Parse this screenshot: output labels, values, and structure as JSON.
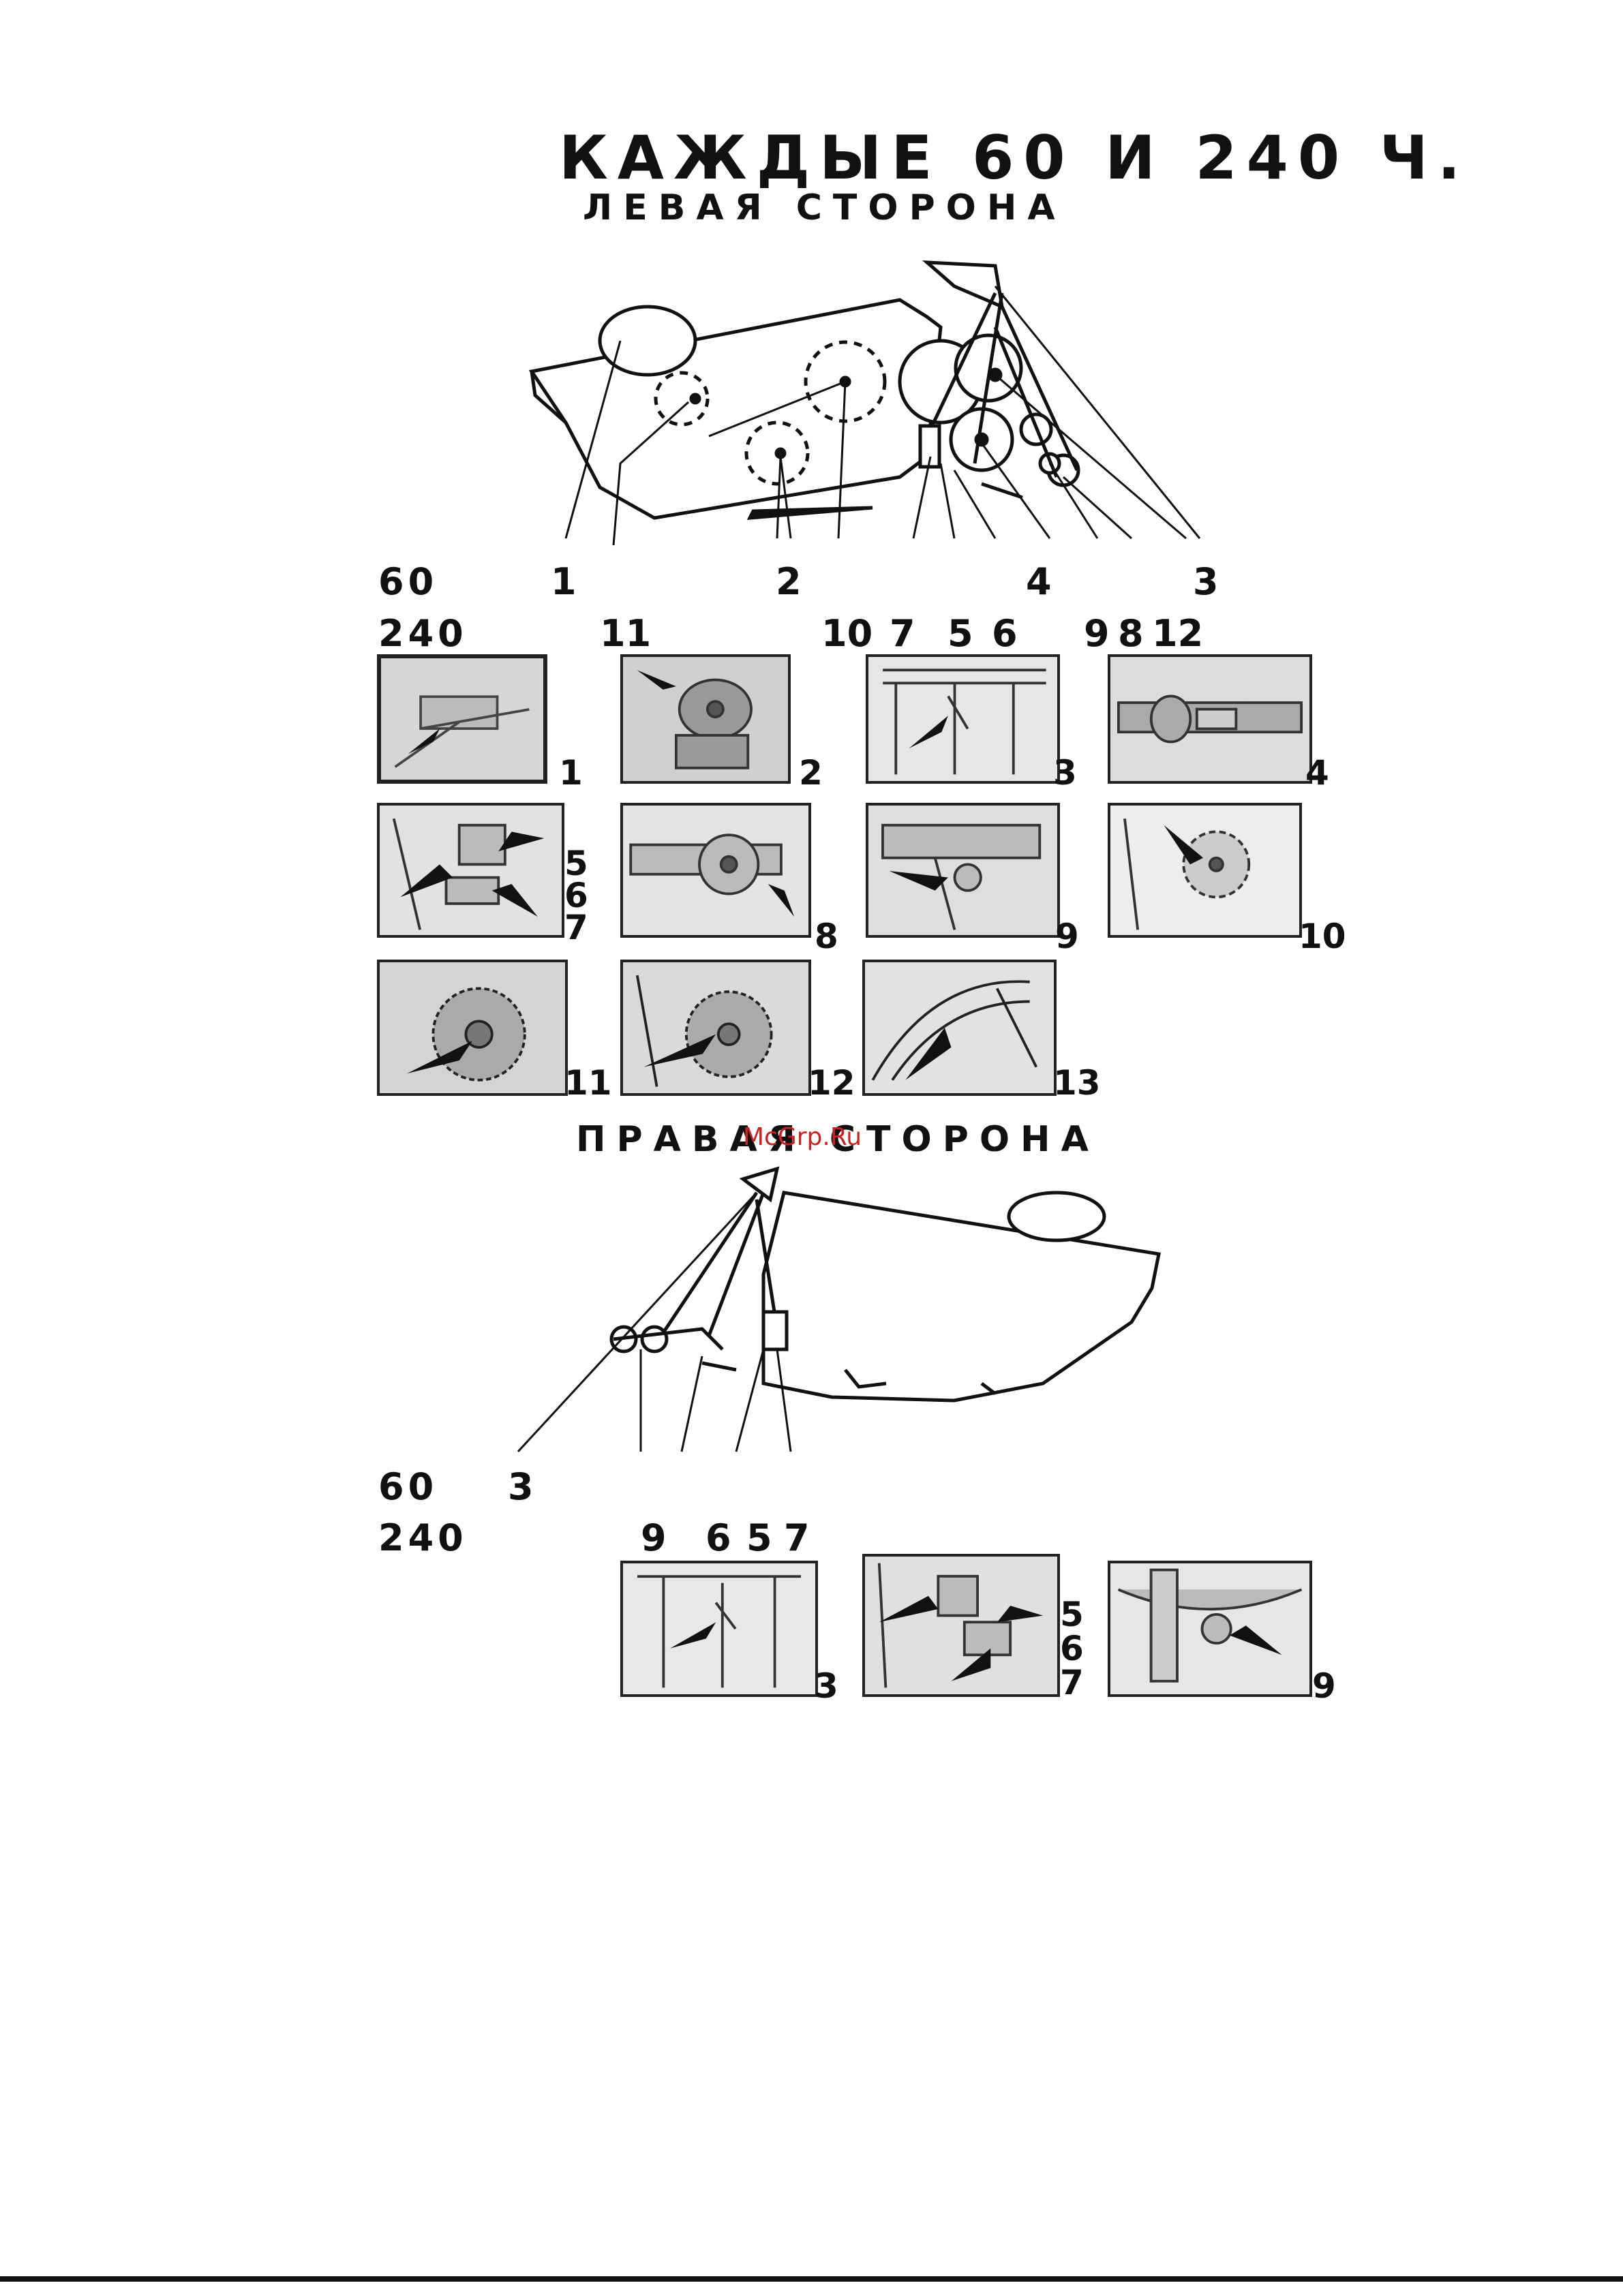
{
  "titles": {
    "main": "КАЖДЫЕ 60 И 240 Ч.",
    "left_side": "ЛЕВАЯ СТОРОНА",
    "right_side": "ПРАВАЯ СТОРОНА"
  },
  "intervals": {
    "h60": "60",
    "h240": "240"
  },
  "left_callouts": {
    "row60": [
      "1",
      "2",
      "4",
      "3"
    ],
    "row240": [
      "11",
      "10",
      "7",
      "5",
      "6",
      "9",
      "8",
      "12"
    ]
  },
  "right_callouts": {
    "row60": [
      "3"
    ],
    "row240": [
      "9",
      "6",
      "5",
      "7"
    ]
  },
  "left_photos": [
    {
      "label": "1"
    },
    {
      "label": "2"
    },
    {
      "label": "3"
    },
    {
      "label": "4"
    },
    {
      "label": "5",
      "label2": "6",
      "label3": "7"
    },
    {
      "label": "8"
    },
    {
      "label": "9"
    },
    {
      "label": "10"
    },
    {
      "label": "11"
    },
    {
      "label": "12"
    },
    {
      "label": "13"
    }
  ],
  "right_photos": [
    {
      "label": "3"
    },
    {
      "label": "5",
      "label2": "6",
      "label3": "7"
    },
    {
      "label": "9"
    }
  ],
  "watermark": "McGrp.Ru"
}
